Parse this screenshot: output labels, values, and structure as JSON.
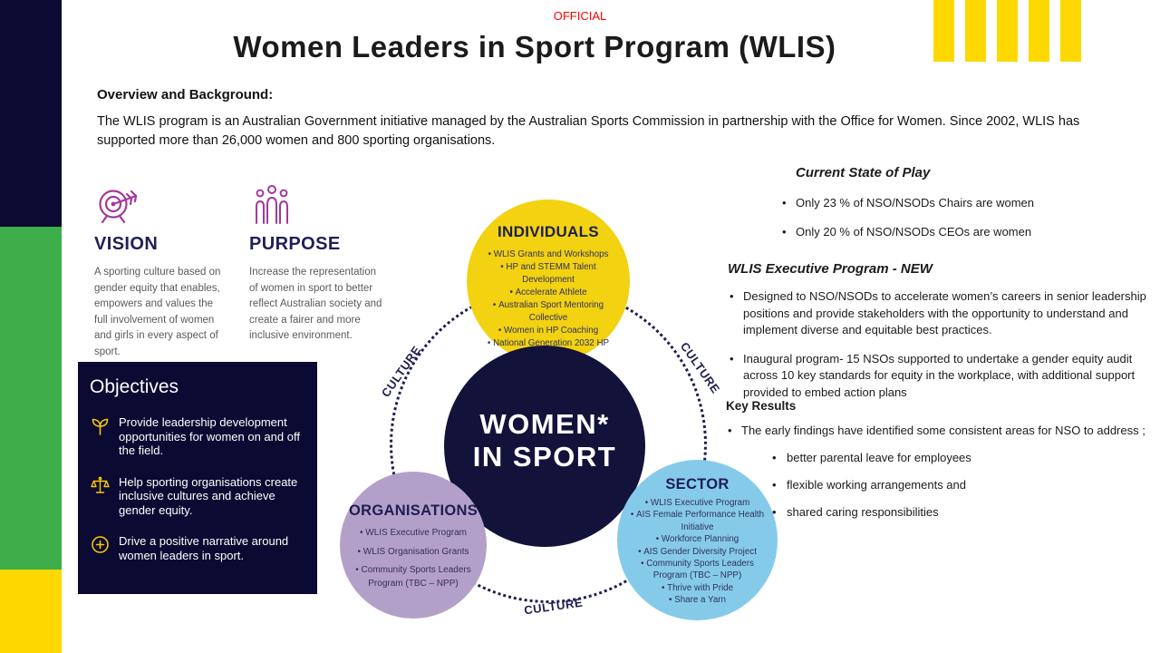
{
  "page": {
    "official": "OFFICIAL",
    "title": "Women Leaders in Sport Program (WLIS)"
  },
  "colors": {
    "navy": "#0A0A32",
    "green": "#3EAE4B",
    "yellow": "#FFD800",
    "circle_yellow": "#F2D211",
    "lavender": "#B3A0C9",
    "light_blue": "#85CBE9",
    "purple_icon": "#A3399B",
    "official_red": "#FF0000"
  },
  "overview": {
    "heading": "Overview and Background:",
    "body": "The WLIS program is an Australian Government initiative managed by the Australian Sports Commission in partnership with the Office for Women. Since 2002, WLIS has supported more than 26,000 women and 800 sporting organisations."
  },
  "vision": {
    "heading": "VISION",
    "icon": "target-arrow-icon",
    "body": "A sporting culture based on gender equity that enables, empowers and values the full involvement of women and girls in every aspect of sport."
  },
  "purpose": {
    "heading": "PURPOSE",
    "icon": "three-people-icon",
    "body": "Increase the representation of women in sport to better reflect Australian society and create a fairer and more inclusive environment."
  },
  "objectives": {
    "heading": "Objectives",
    "items": [
      {
        "icon": "sprout-icon",
        "text": "Provide leadership development opportunities for women on and off the field."
      },
      {
        "icon": "scales-icon",
        "text": "Help sporting organisations create inclusive cultures and achieve gender equity."
      },
      {
        "icon": "plus-circle-icon",
        "text": "Drive a positive narrative around women leaders in sport."
      }
    ]
  },
  "diagram": {
    "center": {
      "line1": "WOMEN*",
      "line2": "IN SPORT"
    },
    "culture_labels": [
      "CULTURE",
      "CULTURE",
      "CULTURE"
    ],
    "circles": [
      {
        "title": "INDIVIDUALS",
        "items": [
          "WLIS Grants and Workshops",
          "HP and STEMM Talent Development",
          "Accelerate Athlete",
          "Australian Sport Mentoring Collective",
          "Women in HP Coaching",
          "National Generation 2032 HP Coaching"
        ]
      },
      {
        "title": "ORGANISATIONS",
        "items": [
          "WLIS Executive Program",
          "WLIS Organisation Grants",
          "Community Sports Leaders Program (TBC – NPP)"
        ]
      },
      {
        "title": "SECTOR",
        "items": [
          "WLIS Executive Program",
          "AIS Female Performance Health Initiative",
          "Workforce Planning",
          "AIS Gender Diversity Project",
          "Community Sports Leaders Program (TBC – NPP)",
          "Thrive with Pride",
          "Share a Yarn"
        ]
      }
    ]
  },
  "right": {
    "state_of_play": {
      "heading": "Current State of Play",
      "bullets": [
        "Only 23 % of NSO/NSODs Chairs are women",
        "Only 20 % of NSO/NSODs CEOs are women"
      ]
    },
    "exec_program": {
      "heading": "WLIS Executive Program - NEW",
      "bullets": [
        "Designed to NSO/NSODs to accelerate women’s careers in senior leadership positions and provide stakeholders with the opportunity to understand and implement diverse and equitable best practices.",
        "Inaugural program- 15 NSOs supported to undertake a gender equity audit across 10 key standards for equity in the workplace, with additional support provided to embed action plans"
      ]
    },
    "key_results": {
      "heading": "Key Results",
      "lead_bullet": "The early findings have identified some consistent areas for NSO to address ;",
      "sub_bullets": [
        "better parental leave for employees",
        "flexible working arrangements and",
        "shared caring responsibilities"
      ]
    }
  }
}
